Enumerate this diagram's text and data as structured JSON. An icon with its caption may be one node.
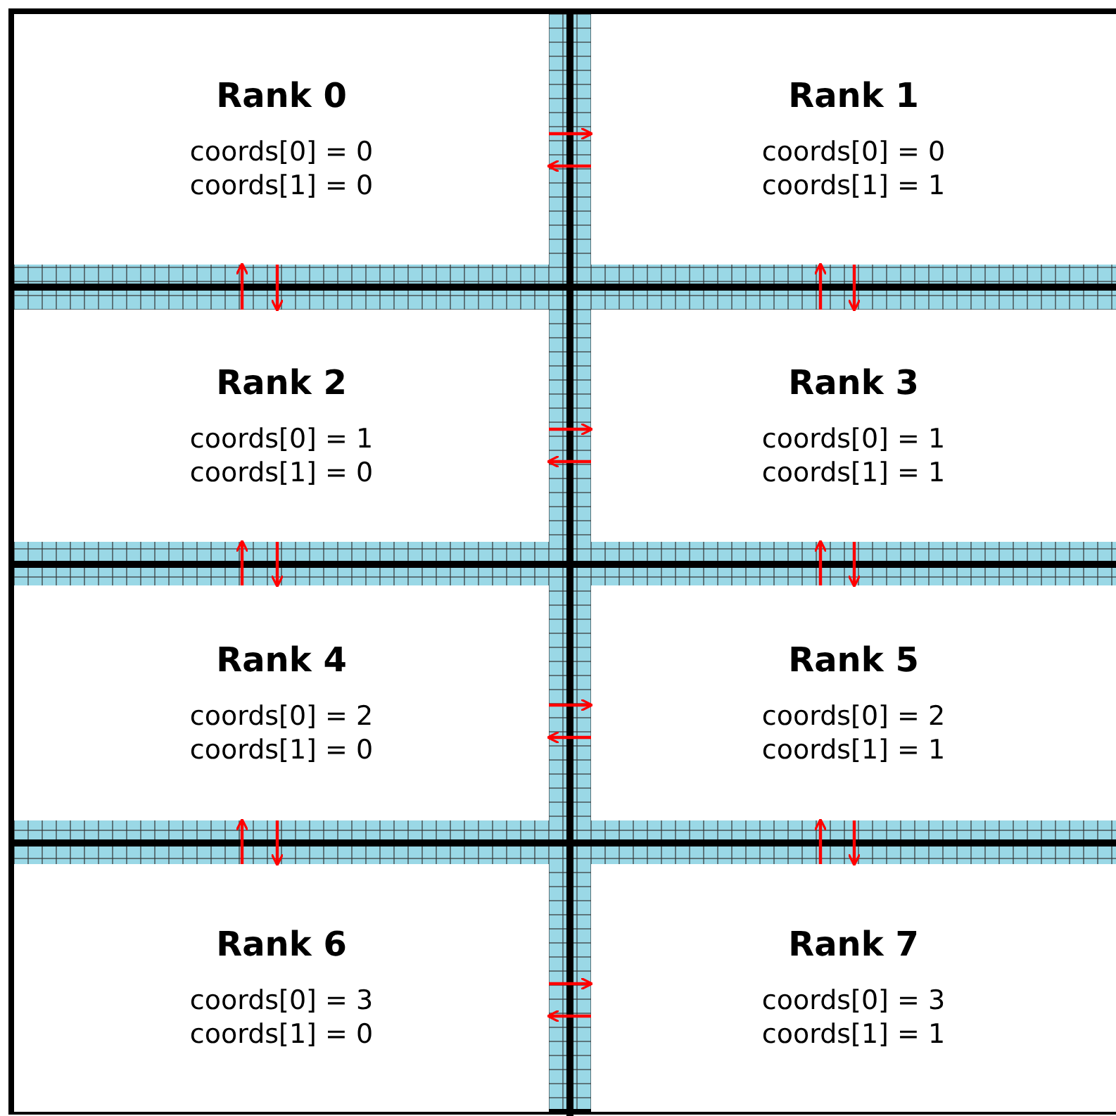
{
  "diagram": {
    "nodes": [
      {
        "text": [
          "Rank 0",
          "coords[0] = 0",
          "coords[1] = 0"
        ]
      },
      {
        "text": [
          "Rank 1",
          "coords[0] = 0",
          "coords[1] = 1"
        ]
      },
      {
        "text": [
          "Rank 2",
          "coords[0] = 1",
          "coords[1] = 0"
        ]
      },
      {
        "text": [
          "Rank 3",
          "coords[0] = 1",
          "coords[1] = 1"
        ]
      },
      {
        "text": [
          "Rank 4",
          "coords[0] = 2",
          "coords[1] = 0"
        ]
      },
      {
        "text": [
          "Rank 5",
          "coords[0] = 2",
          "coords[1] = 1"
        ]
      },
      {
        "text": [
          "Rank 6",
          "coords[0] = 3",
          "coords[1] = 0"
        ]
      },
      {
        "text": [
          "Rank 7",
          "coords[0] = 3",
          "coords[1] = 1"
        ]
      }
    ],
    "edges": [
      {
        "from": 0,
        "to": 1,
        "arrow": "to",
        "color": "#ff0000"
      },
      {
        "from": 1,
        "to": 0,
        "arrow": "to",
        "color": "#ff0000"
      },
      {
        "from": 0,
        "to": 2,
        "arrow": "to",
        "color": "#ff0000"
      },
      {
        "from": 2,
        "to": 0,
        "arrow": "to",
        "color": "#ff0000"
      },
      {
        "from": 1,
        "to": 3,
        "arrow": "to",
        "color": "#ff0000"
      },
      {
        "from": 3,
        "to": 1,
        "arrow": "to",
        "color": "#ff0000"
      },
      {
        "from": 2,
        "to": 3,
        "arrow": "to",
        "color": "#ff0000"
      },
      {
        "from": 3,
        "to": 2,
        "arrow": "to",
        "color": "#ff0000"
      },
      {
        "from": 2,
        "to": 4,
        "arrow": "to",
        "color": "#ff0000"
      },
      {
        "from": 4,
        "to": 2,
        "arrow": "to",
        "color": "#ff0000"
      },
      {
        "from": 3,
        "to": 5,
        "arrow": "to",
        "color": "#ff0000"
      },
      {
        "from": 5,
        "to": 3,
        "arrow": "to",
        "color": "#ff0000"
      },
      {
        "from": 4,
        "to": 5,
        "arrow": "to",
        "color": "#ff0000"
      },
      {
        "from": 5,
        "to": 4,
        "arrow": "to",
        "color": "#ff0000"
      },
      {
        "from": 4,
        "to": 6,
        "arrow": "to",
        "color": "#ff0000"
      },
      {
        "from": 6,
        "to": 4,
        "arrow": "to",
        "color": "#ff0000"
      },
      {
        "from": 5,
        "to": 7,
        "arrow": "to",
        "color": "#ff0000"
      },
      {
        "from": 7,
        "to": 5,
        "arrow": "to",
        "color": "#ff0000"
      },
      {
        "from": 6,
        "to": 7,
        "arrow": "to",
        "color": "#ff0000"
      },
      {
        "from": 7,
        "to": 6,
        "arrow": "to",
        "color": "#ff0000"
      }
    ]
  }
}
